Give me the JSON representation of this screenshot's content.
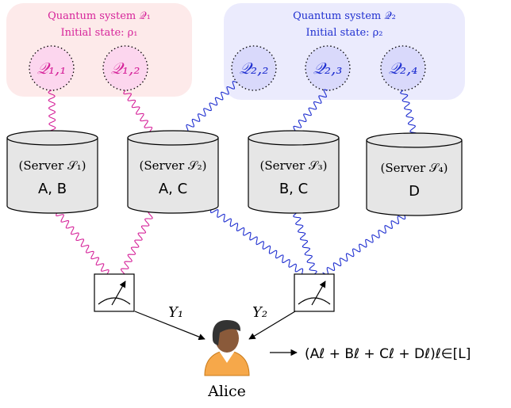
{
  "colors": {
    "magenta": "#d6239a",
    "blue": "#1f2fd0",
    "pink_bg": "#fdeaea",
    "lavender_bg": "#ebebfd",
    "pink_node": "#fcd6ee",
    "lavender_node": "#d9d9fb",
    "server_fill": "#e6e6e6"
  },
  "systems": [
    {
      "title": "Quantum system 𝒬₁",
      "state": "Initial state: ρ₁",
      "nodes": [
        "𝒬₁,₁",
        "𝒬₁,₂"
      ]
    },
    {
      "title": "Quantum system 𝒬₂",
      "state": "Initial state: ρ₂",
      "nodes": [
        "𝒬₂,₂",
        "𝒬₂,₃",
        "𝒬₂,₄"
      ]
    }
  ],
  "servers": [
    {
      "name": "(Server 𝒮₁)",
      "data": "A, B"
    },
    {
      "name": "(Server 𝒮₂)",
      "data": "A, C"
    },
    {
      "name": "(Server 𝒮₃)",
      "data": "B, C"
    },
    {
      "name": "(Server 𝒮₄)",
      "data": "D"
    }
  ],
  "measurements": [
    {
      "output": "Y₁"
    },
    {
      "output": "Y₂"
    }
  ],
  "user": {
    "name": "Alice",
    "result": "(Aℓ + Bℓ + Cℓ + Dℓ)ℓ∈[L]"
  },
  "icons": {
    "meter": "measurement-meter-icon",
    "user": "user-avatar-icon",
    "server": "database-cylinder-icon"
  }
}
